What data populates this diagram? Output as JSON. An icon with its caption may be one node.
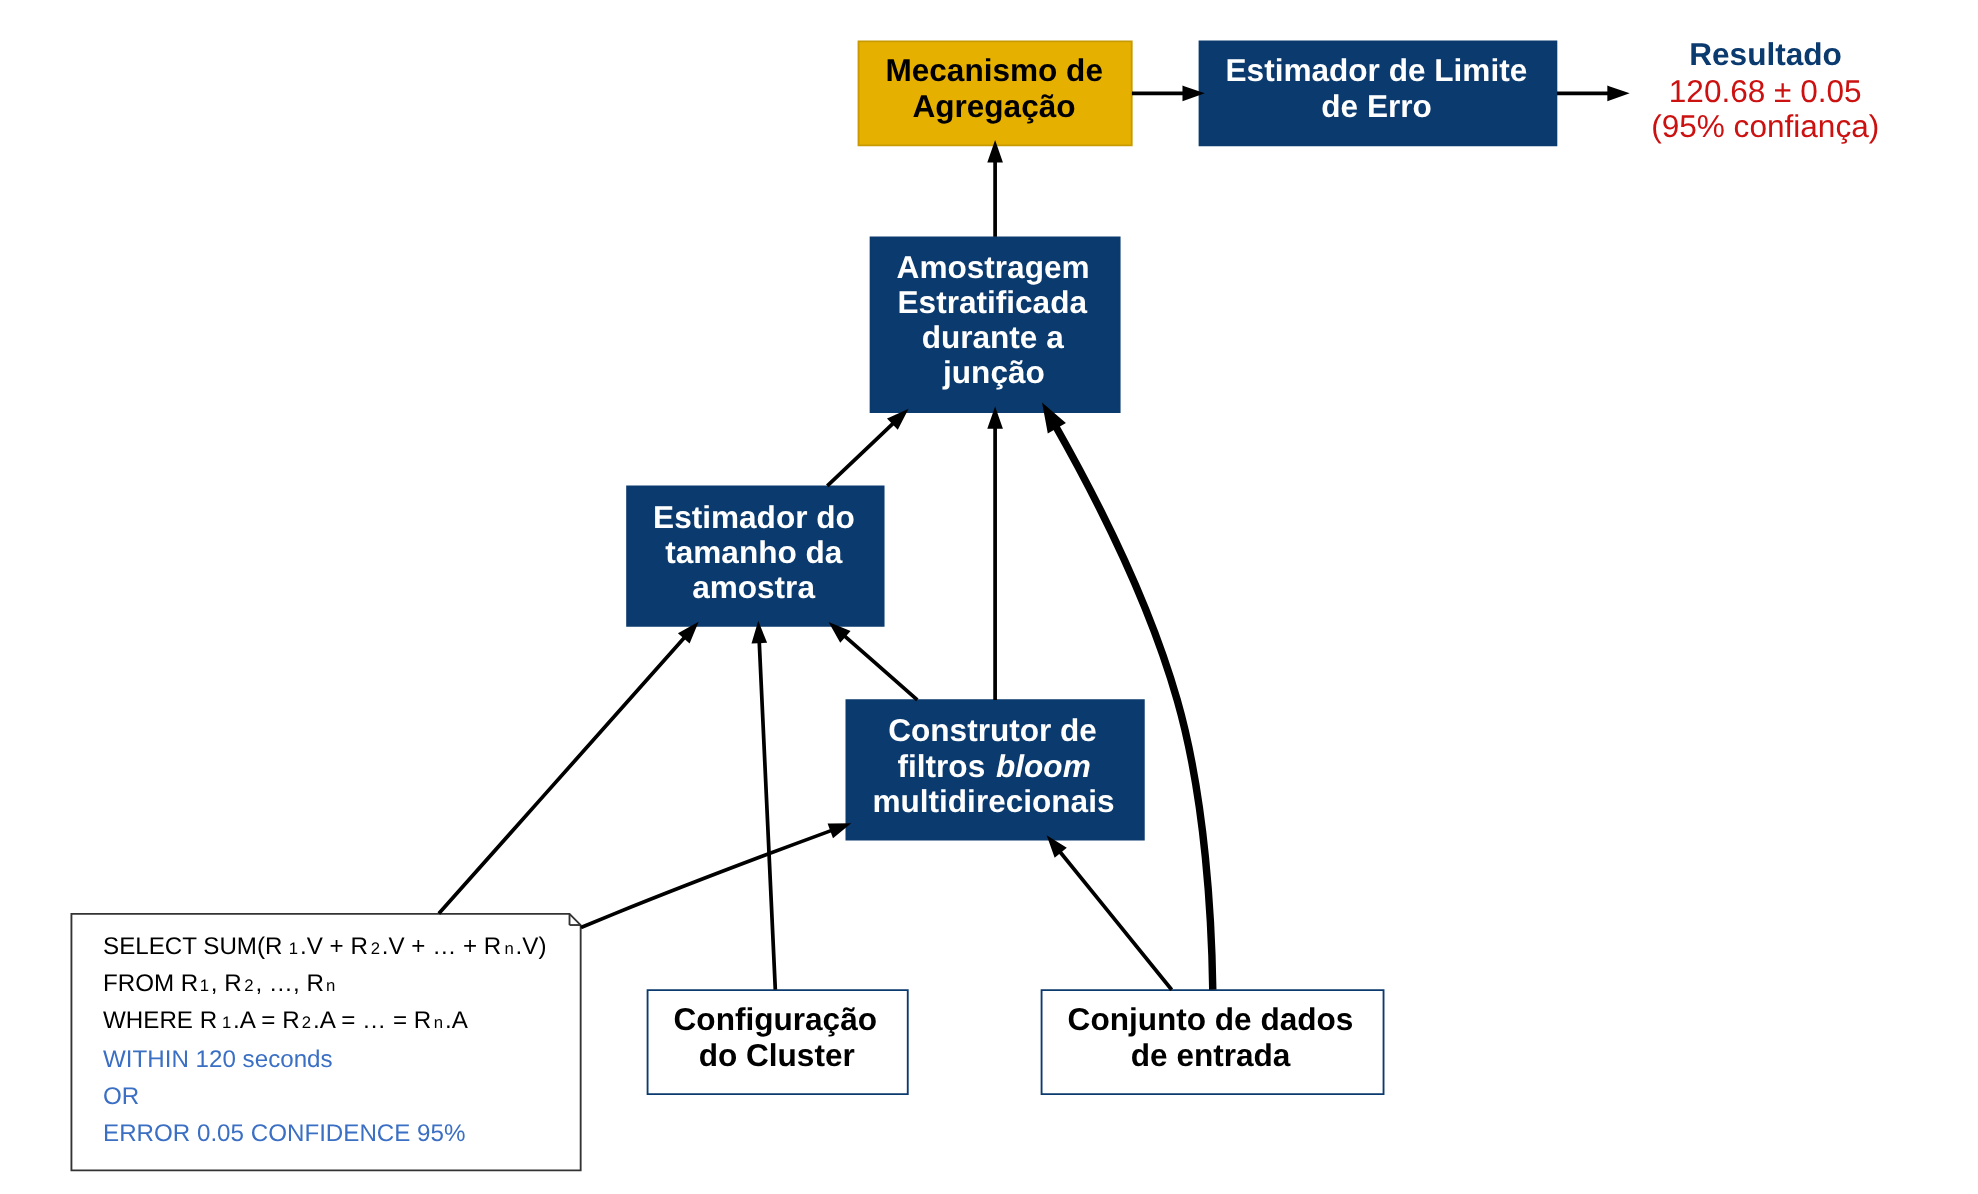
{
  "diagram": {
    "nodes": [
      {
        "text": [
          "Resultado",
          "120.68 ± 0.05 (95% confiança)"
        ]
      },
      {
        "text": [
          "Estimador de Limite de Erro"
        ]
      },
      {
        "text": [
          "Mecanismo de Agregação"
        ]
      },
      {
        "text": [
          "Amostragem Estratificada durante a junção"
        ]
      },
      {
        "text": [
          "SELECT SUM(R$_{1}$.V + R$_{2}$.V + … + R$_{n}$.V)",
          "FROM R$_{1}$, R$_{2}$, …, R$_{n}$",
          "WHERE R$_{1}$.A = R$_{2}$.A = … = R$_{n}$.A",
          "WITHIN 120 seconds",
          "OR",
          "ERROR 0.05 CONFIDENCE 95%"
        ]
      },
      {
        "text": [
          "Estimador do tamanho da amostra"
        ]
      },
      {
        "text": [
          "Construtor de filtros *bloom* multidirecionais"
        ]
      },
      {
        "text": [
          "Configuração do Cluster"
        ]
      },
      {
        "text": [
          "Conjunto de dados de entrada"
        ]
      }
    ],
    "edges": [
      {
        "from": 1,
        "to": 0,
        "arrow": "to"
      },
      {
        "from": 2,
        "to": 1,
        "arrow": "to"
      },
      {
        "from": 3,
        "to": 2,
        "arrow": "to"
      },
      {
        "from": 4,
        "to": 6,
        "arrow": "to"
      },
      {
        "from": 4,
        "to": 5,
        "arrow": "to"
      },
      {
        "from": 5,
        "to": 3,
        "arrow": "to"
      },
      {
        "from": 6,
        "to": 5,
        "arrow": "to"
      },
      {
        "from": 6,
        "to": 3,
        "arrow": "to"
      },
      {
        "from": 7,
        "to": 5,
        "arrow": "to"
      },
      {
        "from": 8,
        "to": 3,
        "arrow": "to",
        "style": "thick"
      },
      {
        "from": 8,
        "to": 6,
        "arrow": "to"
      }
    ]
  }
}
